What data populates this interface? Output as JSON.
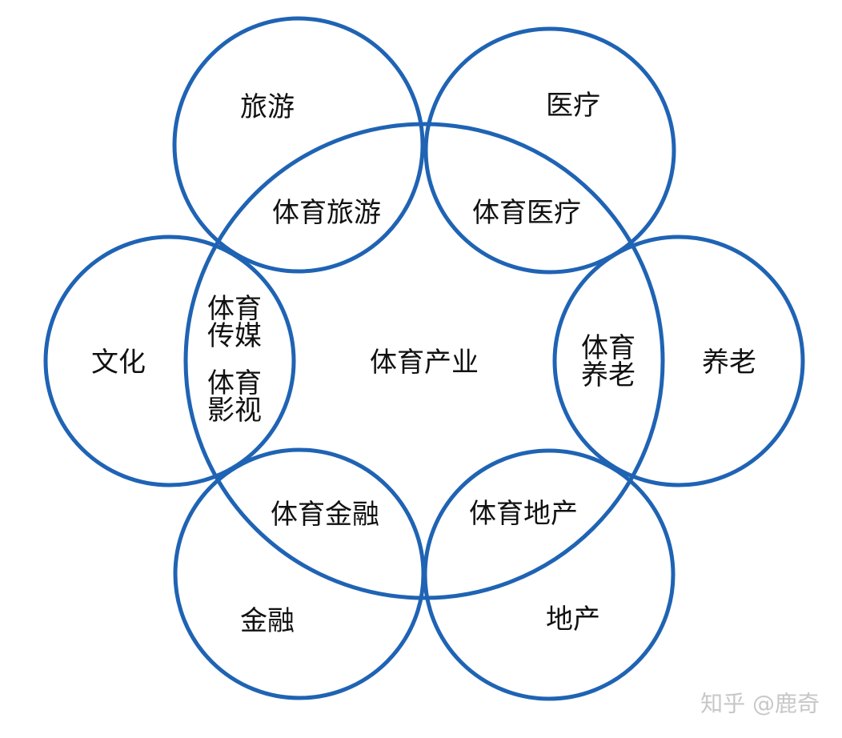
{
  "diagram": {
    "center": {
      "label": "体育产业"
    },
    "petals": [
      {
        "label": "旅游",
        "overlap": [
          "体育旅游"
        ]
      },
      {
        "label": "医疗",
        "overlap": [
          "体育医疗"
        ]
      },
      {
        "label": "养老",
        "overlap": [
          "体育",
          "养老"
        ]
      },
      {
        "label": "地产",
        "overlap": [
          "体育地产"
        ]
      },
      {
        "label": "金融",
        "overlap": [
          "体育金融"
        ]
      },
      {
        "label": "文化",
        "overlap": [
          "体育",
          "传媒",
          "体育",
          "影视"
        ]
      }
    ],
    "colors": {
      "ring": "#1f63b4",
      "text": "#111111",
      "watermark": "#c7c7c7"
    }
  },
  "watermark": "知乎 @鹿奇"
}
